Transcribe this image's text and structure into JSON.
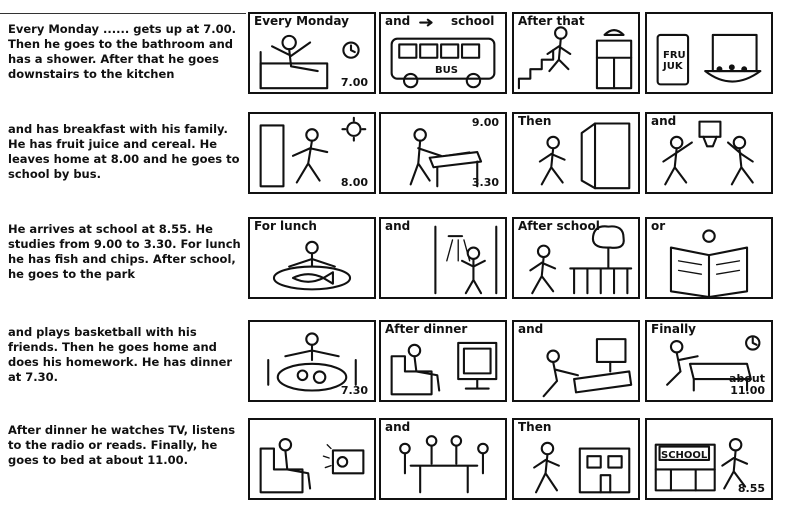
{
  "passages": [
    "Every Monday ...... gets up at 7.00. Then he goes to the bathroom and has a shower. After that he goes downstairs to the kitchen",
    "and has breakfast with his family. He has fruit juice and cereal. He leaves home at 8.00 and he goes to school by bus.",
    "He arrives at school at 8.55. He studies from 9.00 to 3.30. For lunch he has fish and chips. After school, he goes to the park",
    "and plays basketball with his friends. Then he goes home and does his homework. He has dinner at 7.30.",
    "After dinner he watches TV, listens to the radio or reads. Finally, he goes to bed at about 11.00."
  ],
  "panels": {
    "r0": [
      {
        "caption": "Every Monday",
        "number": "7.00",
        "icon": "alarm-clock-icon"
      },
      {
        "caption": "and",
        "caption2": "school",
        "sign": "BUS",
        "icon": "bus-icon"
      },
      {
        "caption": "After that",
        "icon": "stairs-icon"
      },
      {
        "caption": "",
        "sign": "FRU JUK",
        "icon": "cereal-bowl-icon"
      }
    ],
    "r1": [
      {
        "caption": "",
        "number": "8.00",
        "icon": "sun-icon"
      },
      {
        "caption": "",
        "number": "9.00",
        "number2": "3.30",
        "icon": "desk-icon"
      },
      {
        "caption": "Then",
        "icon": "door-icon"
      },
      {
        "caption": "and",
        "icon": "basketball-hoop-icon"
      }
    ],
    "r2": [
      {
        "caption": "For lunch",
        "icon": "fish-plate-icon"
      },
      {
        "caption": "and",
        "icon": "shower-icon"
      },
      {
        "caption": "After school",
        "icon": "tree-icon"
      },
      {
        "caption": "or",
        "icon": "book-icon"
      }
    ],
    "r3": [
      {
        "caption": "",
        "number": "7.30",
        "icon": "dinner-plate-icon"
      },
      {
        "caption": "After dinner",
        "icon": "tv-icon"
      },
      {
        "caption": "and",
        "icon": "computer-icon"
      },
      {
        "caption": "Finally",
        "number": "about 11.00",
        "icon": "bed-icon"
      }
    ],
    "r4": [
      {
        "caption": "",
        "icon": "radio-icon"
      },
      {
        "caption": "and",
        "icon": "family-table-icon"
      },
      {
        "caption": "Then",
        "icon": "house-icon"
      },
      {
        "caption": "",
        "sign": "SCHOOL",
        "number": "8.55",
        "icon": "school-building-icon"
      }
    ]
  }
}
